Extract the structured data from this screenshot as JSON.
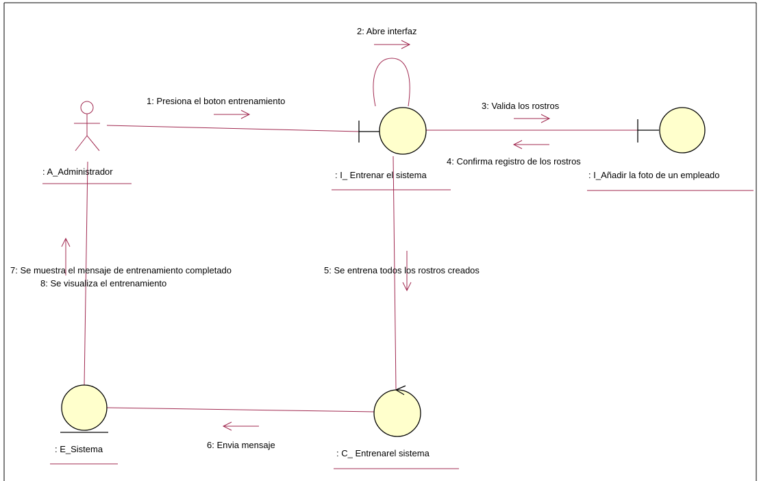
{
  "diagram": {
    "type": "uml-collaboration",
    "objects": {
      "admin": {
        "label": ": A_Administrador",
        "kind": "actor"
      },
      "iface_train": {
        "label": ": I_ Entrenar el sistema",
        "kind": "boundary"
      },
      "iface_photo": {
        "label": ": I_Añadir la foto de un empleado",
        "kind": "boundary"
      },
      "control": {
        "label": ": C_ Entrenarel sistema",
        "kind": "control"
      },
      "entity": {
        "label": ": E_Sistema",
        "kind": "entity"
      }
    },
    "messages": {
      "m1": "1: Presiona el boton entrenamiento",
      "m2": "2: Abre interfaz",
      "m3": "3: Valida  los rostros",
      "m4": "4: Confirma registro de  los rostros",
      "m5": "5: Se entrena todos los rostros creados",
      "m6": "6: Envia mensaje",
      "m7": "7: Se muestra el mensaje de entrenamiento completado",
      "m8": "8: Se visualiza el entrenamiento"
    },
    "colors": {
      "line": "#a0284f",
      "fill": "#ffffcc",
      "stroke": "#000000",
      "frame": "#000000"
    }
  }
}
